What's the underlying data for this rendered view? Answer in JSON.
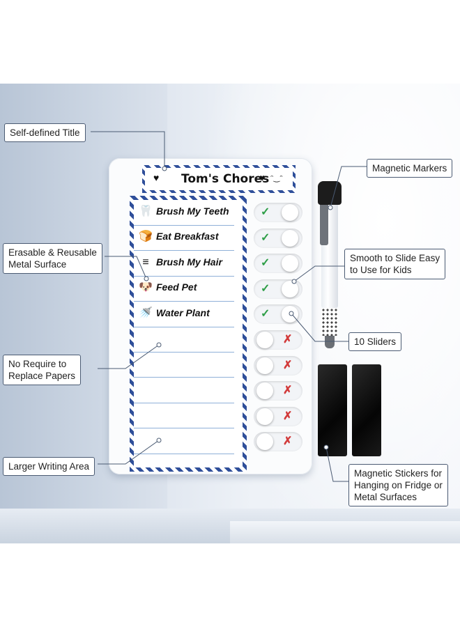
{
  "board": {
    "title": "Tom's Chores",
    "title_decor_left": "♥",
    "title_decor_right": "♥",
    "title_face": "ᵔ‿ᵔ",
    "chores": [
      {
        "icon": "tooth-icon",
        "glyph": "🦷",
        "label": "Brush My Teeth"
      },
      {
        "icon": "bread-icon",
        "glyph": "🍞",
        "label": "Eat Breakfast"
      },
      {
        "icon": "comb-icon",
        "glyph": "≡",
        "label": "Brush My Hair"
      },
      {
        "icon": "pet-icon",
        "glyph": "🐶",
        "label": "Feed Pet"
      },
      {
        "icon": "watering-can-icon",
        "glyph": "🚿",
        "label": "Water Plant"
      }
    ],
    "sliders": [
      {
        "state": "done",
        "mark": "✓"
      },
      {
        "state": "done",
        "mark": "✓"
      },
      {
        "state": "done",
        "mark": "✓"
      },
      {
        "state": "done",
        "mark": "✓"
      },
      {
        "state": "done",
        "mark": "✓"
      },
      {
        "state": "not-done",
        "mark": "✗"
      },
      {
        "state": "not-done",
        "mark": "✗"
      },
      {
        "state": "not-done",
        "mark": "✗"
      },
      {
        "state": "not-done",
        "mark": "✗"
      },
      {
        "state": "not-done",
        "mark": "✗"
      }
    ]
  },
  "callouts": {
    "self_defined_title": "Self-defined Title",
    "erasable_line1": "Erasable & Reusable",
    "erasable_line2": "Metal Surface",
    "no_require_line1": "No Require to",
    "no_require_line2": "Replace Papers",
    "larger_writing_area": "Larger Writing Area",
    "magnetic_markers": "Magnetic Markers",
    "smooth_line1": "Smooth to Slide Easy",
    "smooth_line2": "to Use for Kids",
    "sliders_count": "10 Sliders",
    "stickers_line1": "Magnetic Stickers for",
    "stickers_line2": "Hanging on Fridge or",
    "stickers_line3": "Metal Surfaces"
  },
  "colors": {
    "border_blue": "#2f4f9a",
    "check_green": "#2e9e47",
    "cross_red": "#d23a3a",
    "callout_border": "#4a5a72"
  }
}
